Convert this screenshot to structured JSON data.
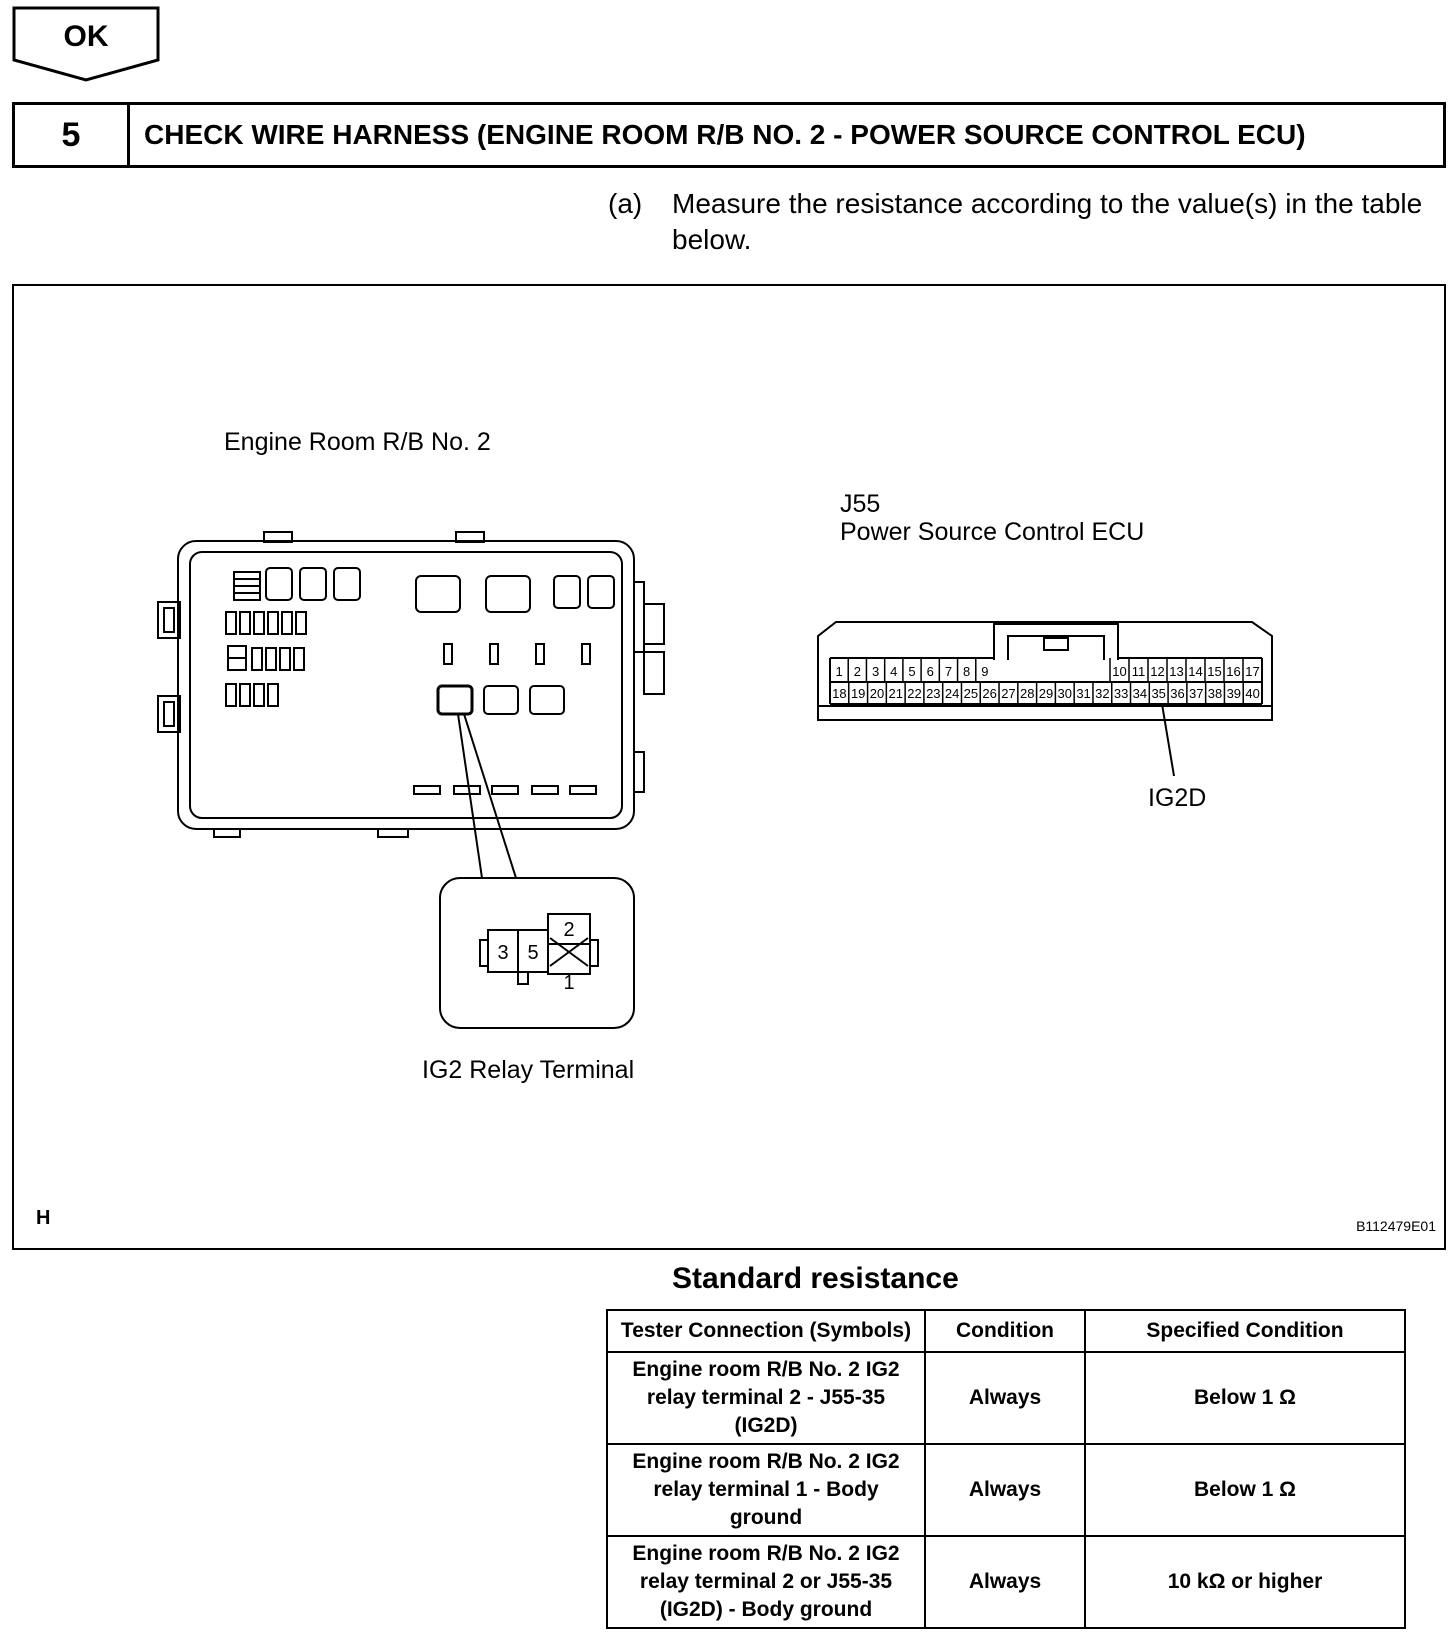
{
  "ok_badge": {
    "label": "OK"
  },
  "step": {
    "number": "5",
    "title": "CHECK WIRE HARNESS (ENGINE ROOM R/B NO. 2 - POWER SOURCE CONTROL ECU)"
  },
  "instruction": {
    "marker": "(a)",
    "text": "Measure the resistance according to the value(s) in the table below."
  },
  "figure": {
    "relay_block_label": "Engine Room R/B No. 2",
    "connector_id": "J55",
    "connector_name": "Power Source Control ECU",
    "ecu_pins_top": [
      "1",
      "2",
      "3",
      "4",
      "5",
      "6",
      "7",
      "8",
      "9",
      "10",
      "11",
      "12",
      "13",
      "14",
      "15",
      "16",
      "17"
    ],
    "ecu_pins_bottom": [
      "18",
      "19",
      "20",
      "21",
      "22",
      "23",
      "24",
      "25",
      "26",
      "27",
      "28",
      "29",
      "30",
      "31",
      "32",
      "33",
      "34",
      "35",
      "36",
      "37",
      "38",
      "39",
      "40"
    ],
    "pin_callout": "IG2D",
    "relay_terminals": {
      "t3": "3",
      "t5": "5",
      "t2": "2",
      "t1": "1"
    },
    "relay_terminal_label": "IG2 Relay Terminal",
    "view_code": "H",
    "figure_code": "B112479E01"
  },
  "table": {
    "title": "Standard resistance",
    "headers": [
      "Tester Connection (Symbols)",
      "Condition",
      "Specified Condition"
    ],
    "rows": [
      [
        "Engine room R/B No. 2 IG2 relay terminal 2 - J55-35 (IG2D)",
        "Always",
        "Below 1 Ω"
      ],
      [
        "Engine room R/B No. 2 IG2 relay terminal 1 - Body ground",
        "Always",
        "Below 1 Ω"
      ],
      [
        "Engine room R/B No. 2 IG2 relay terminal 2 or J55-35 (IG2D) - Body ground",
        "Always",
        "10 kΩ or higher"
      ]
    ]
  }
}
